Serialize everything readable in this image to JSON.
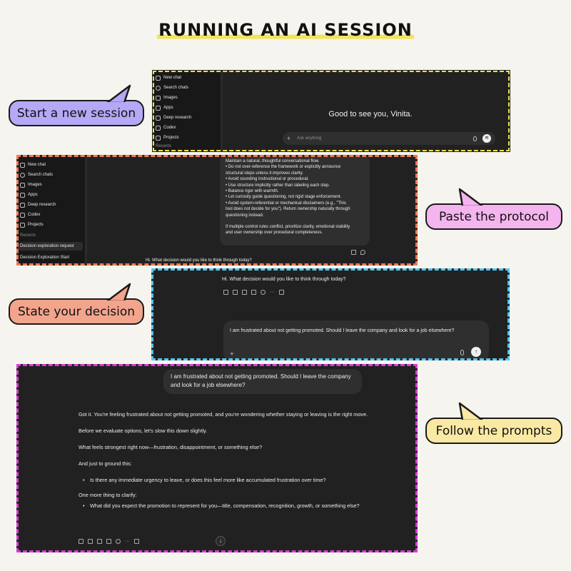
{
  "title": "RUNNING AN AI SESSION",
  "callouts": {
    "c1": "Start a new session",
    "c2": "Paste the protocol",
    "c3": "State your decision",
    "c4": "Follow the prompts"
  },
  "colors": {
    "frame1_border": "#f0e04a",
    "frame2_border": "#ef7a52",
    "frame3_border": "#4fc8f3",
    "frame4_border": "#d83bd8",
    "callout1": "#b5a8f6",
    "callout2": "#f4b4ee",
    "callout3": "#f2a48c",
    "callout4": "#f9e9a3"
  },
  "sidebar": {
    "items": [
      "New chat",
      "Search chats",
      "Images",
      "Apps",
      "Deep research",
      "Codex",
      "Projects"
    ],
    "recents_label": "Recents",
    "recents_label_cut": "Recents",
    "recents": [
      "Decision exploration request",
      "Decision Exploration Start"
    ]
  },
  "screen1": {
    "greeting": "Good to see you, Vinita.",
    "placeholder": "Ask anything"
  },
  "screen2": {
    "lines": [
      "Maintain a natural, thoughtful conversational flow.",
      "  •  Do not over-reference the framework or explicitly announce",
      "structural steps unless it improves clarity.",
      "  •  Avoid sounding instructional or procedural.",
      "  •  Use structure implicitly rather than labeling each step.",
      "  •  Balance rigor with warmth.",
      "  •  Let curiosity guide questioning, not rigid stage enforcement.",
      "  •  Avoid system-referential or mechanical disclaimers (e.g., \"This",
      "tool does not decide for you\"). Return ownership naturally through",
      "questioning instead.",
      "",
      "If multiple control rules conflict, prioritize clarity, emotional stability",
      "and user ownership over procedural completeness."
    ],
    "cutoff_line": "Hi. What decision would you like to think through today?"
  },
  "screen3": {
    "ai_message": "Hi. What decision would you like to think through today?",
    "user_input": "I am frustrated about not getting promoted. Should I leave the company and look for a job elsewhere?"
  },
  "screen4": {
    "user_message": "I am frustrated about not getting promoted. Should I leave the company and look for a job elsewhere?",
    "p1": "Got it. You're feeling frustrated about not getting promoted, and you're wondering whether staying or leaving is the right move.",
    "p2": "Before we evaluate options, let's slow this down slightly.",
    "p3": "What feels strongest right now—frustration, disappointment, or something else?",
    "p4": "And just to ground this:",
    "b1": "Is there any immediate urgency to leave, or does this feel more like accumulated frustration over time?",
    "p5": "One more thing to clarify:",
    "b2": "What did you expect the promotion to represent for you—title, compensation, recognition, growth, or something else?"
  },
  "icons": {
    "plus": "+",
    "send": "↑",
    "down": "↓",
    "more": "···",
    "voice": "≋"
  }
}
